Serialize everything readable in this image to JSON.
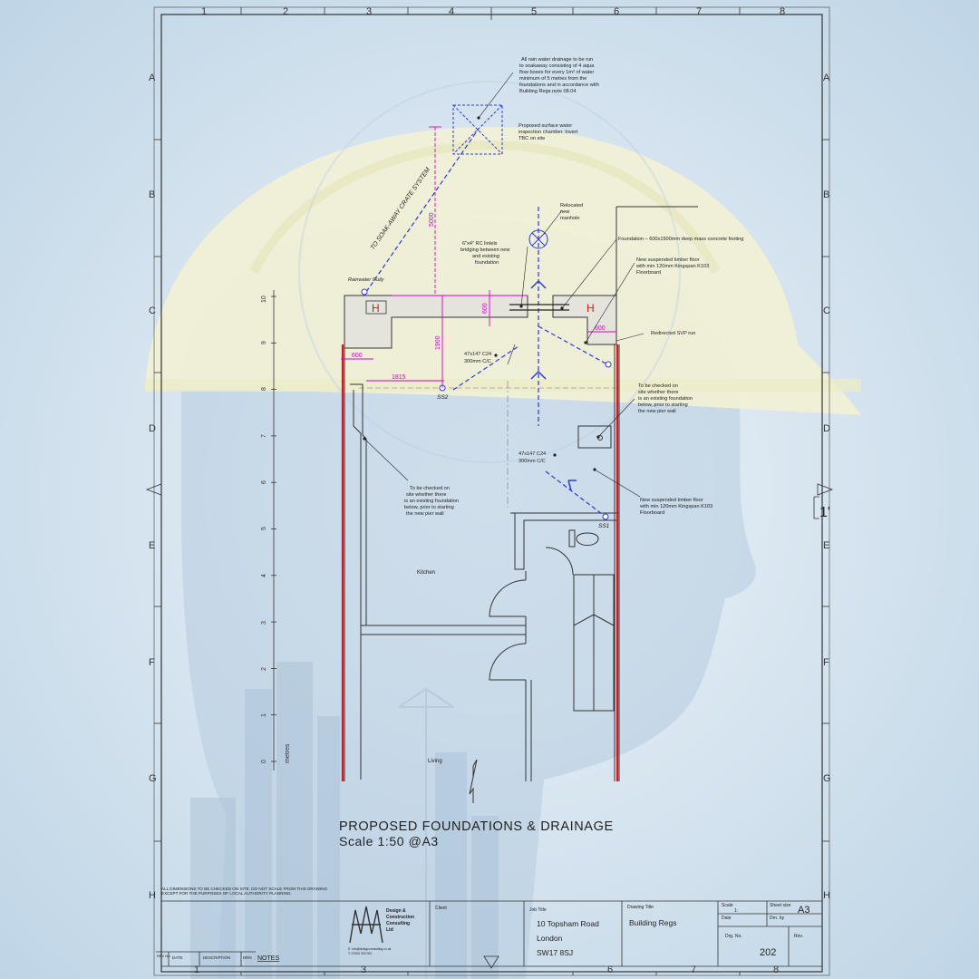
{
  "sheet": {
    "column_labels": [
      "1",
      "2",
      "3",
      "4",
      "5",
      "6",
      "7",
      "8"
    ],
    "row_labels": [
      "A",
      "B",
      "C",
      "D",
      "E",
      "F",
      "G",
      "H"
    ],
    "edge_mark": "1'"
  },
  "drawing": {
    "title": "PROPOSED FOUNDATIONS & DRAINAGE",
    "scale_label": "Scale 1:50 @A3",
    "room_kitchen": "Kitchen",
    "room_living": "Living",
    "ruler_unit": "metres",
    "ruler_ticks": [
      "0",
      "1",
      "2",
      "3",
      "4",
      "5",
      "6",
      "7",
      "8",
      "9",
      "10"
    ],
    "dimensions": {
      "d5000": "5000",
      "d600_top": "600",
      "d600_left": "600",
      "d600_right": "600",
      "d1815": "1815",
      "d1900": "1900"
    },
    "labels": {
      "rainwater_gully": "Rainwater Gully",
      "soakaway": "TO SOAK-AWAY CRATE SYSTEM",
      "ss2": "SS2",
      "ss1": "SS1",
      "h_left": "H",
      "h_right": "H"
    },
    "notes": {
      "rain_drainage": [
        "All rain water drainage to be run",
        "to soakaway consisting of 4 aqua",
        "flow boxes for every 1m² of water",
        "minimum of 5 metres from the",
        "foundations and in accordance with",
        "Building Regs note 08.04"
      ],
      "inspection_chamber": [
        "Proposed surface water",
        "inspection chamber.  Invert",
        "TBC on site"
      ],
      "manhole": [
        "Relocated",
        "new",
        "manhole"
      ],
      "lintels": [
        "6\"x4\" RC lintels",
        "bridging between new",
        "and existing",
        "foundation"
      ],
      "foundation": [
        "Foundation – 600x1500mm deep mass concrete footing"
      ],
      "timber_floor_top": [
        "New suspended timber floor",
        "with min 120mm Kingspan K103",
        "Floorboard"
      ],
      "svp": [
        "Redirected SVP run"
      ],
      "joists_top": [
        "47x147 C24",
        "300mm C/C"
      ],
      "joists_mid": [
        "47x147 C24",
        "300mm C/C"
      ],
      "check_right": [
        "To be checked on",
        "site whether there",
        "is an existing foundation",
        "below, prior to starting",
        "the new pier wall"
      ],
      "check_left": [
        "To be checked on",
        "site whether there",
        "is an existing foundation",
        "below, prior to starting",
        "the new pier wall"
      ],
      "timber_floor_right": [
        "New suspended timber floor",
        "with min 120mm Kingspan K103",
        "Floorboard"
      ]
    },
    "disclaimer": [
      "ALL DIMENSIONS TO BE CHECKED ON SITE. DO NOT SCALE FROM THIS DRAWING",
      "EXCEPT FOR THE PURPOSES OF LOCAL AUTHORITY PLANNING."
    ]
  },
  "title_block": {
    "company": [
      "Design &",
      "Construction",
      "Consulting",
      "Ltd"
    ],
    "company_contact": [
      "E: info@designconsulting.co.uk",
      "T: 07000 000 000"
    ],
    "client_label": "Client",
    "job_title_label": "Job Title",
    "job_address": [
      "10 Topsham Road",
      "London",
      "SW17 8SJ"
    ],
    "drawing_title_label": "Drawing Title",
    "drawing_title": "Building Regs",
    "scale_label": "Scale",
    "scale_value": "1:",
    "sheet_size_label": "Sheet size",
    "sheet_size": "A3",
    "date_label": "Date",
    "drn_by_label": "Drn. by",
    "drg_no_label": "Drg. No.",
    "rev_label": "Rev.",
    "drg_no": "202",
    "rev_table_headers": [
      "REV No.",
      "DATE",
      "DESCRIPTION",
      "DRN"
    ],
    "notes_label": "NOTES"
  },
  "colors": {
    "background": "#c9dbe9",
    "helmet": "#f2f1d6",
    "drainage": "#2b3bd6",
    "dimension": "#d400c8",
    "new_wall": "#e0141c",
    "heater": "#e0141c"
  }
}
